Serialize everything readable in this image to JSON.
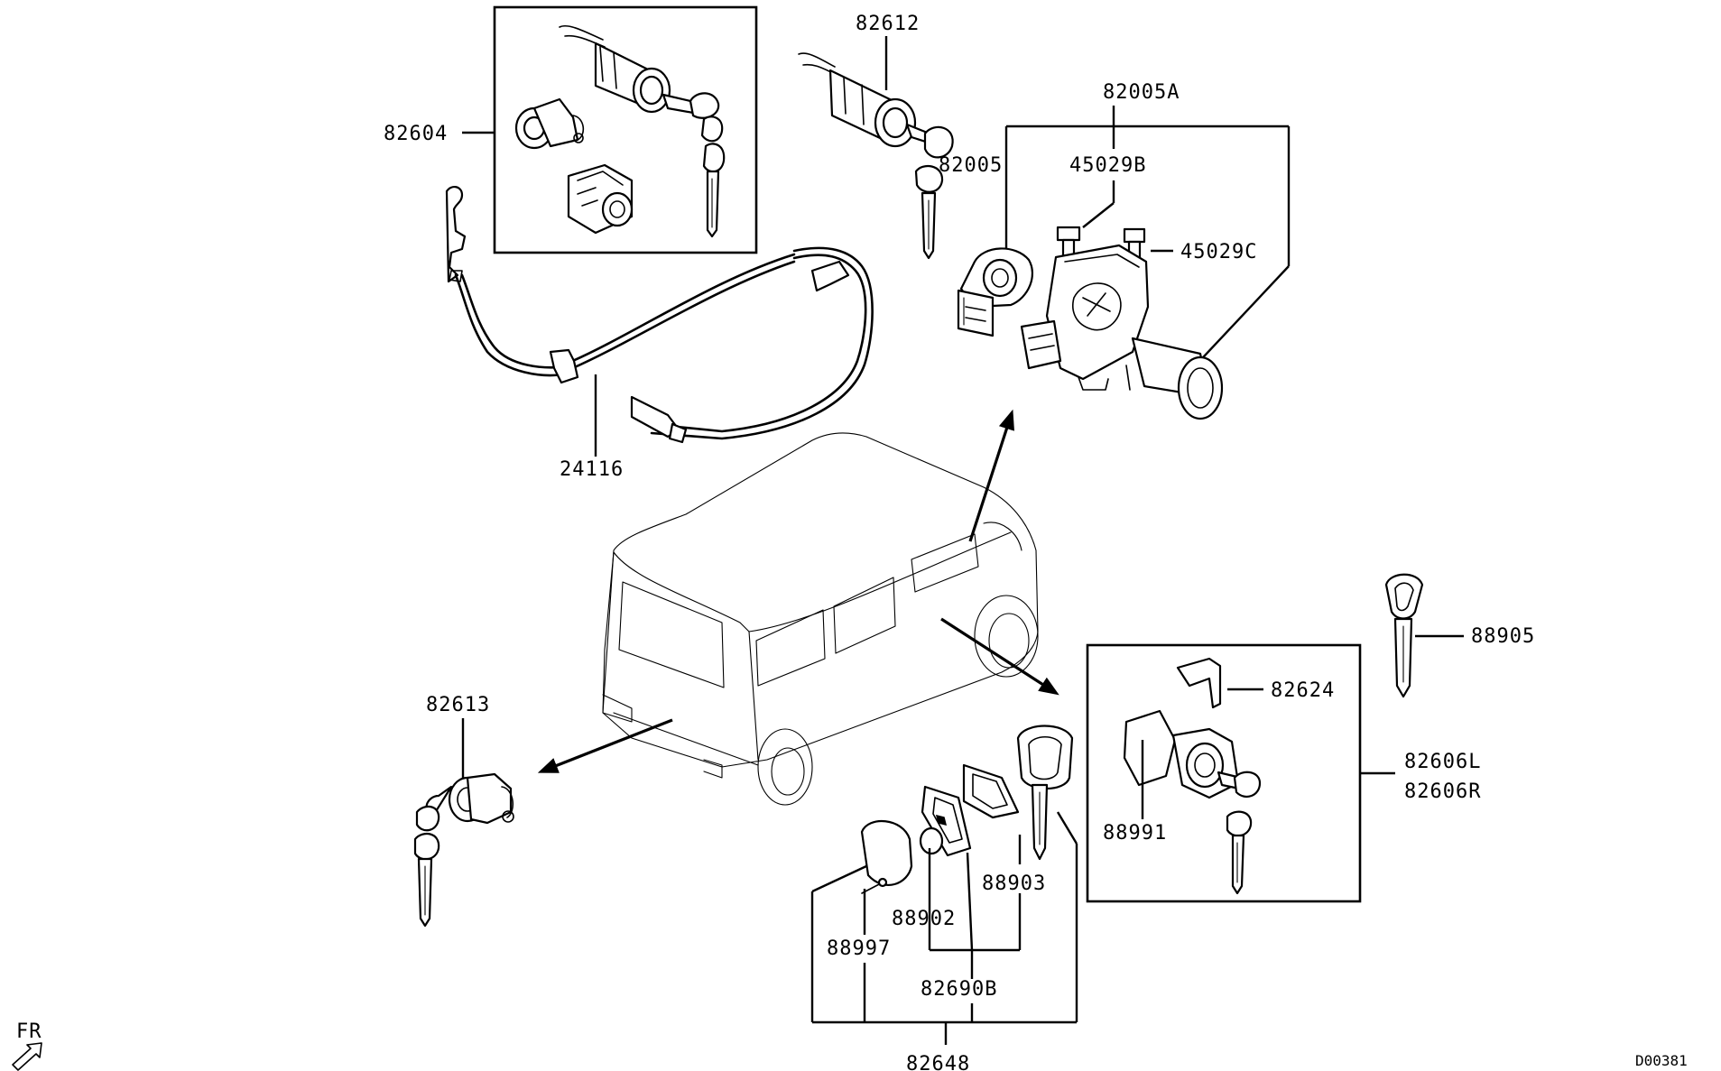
{
  "diagram": {
    "labels": {
      "p82604": "82604",
      "p82612": "82612",
      "p82005A": "82005A",
      "p82005": "82005",
      "p45029B": "45029B",
      "p45029C": "45029C",
      "p24116": "24116",
      "p88905": "88905",
      "p82624": "82624",
      "p82606L": "82606L",
      "p82606R": "82606R",
      "p88991": "88991",
      "p82613": "82613",
      "p88903": "88903",
      "p88902": "88902",
      "p88997": "88997",
      "p82690B": "82690B",
      "p82648": "82648"
    },
    "orientation_marker": "FR",
    "drawing_code": "D00381"
  }
}
